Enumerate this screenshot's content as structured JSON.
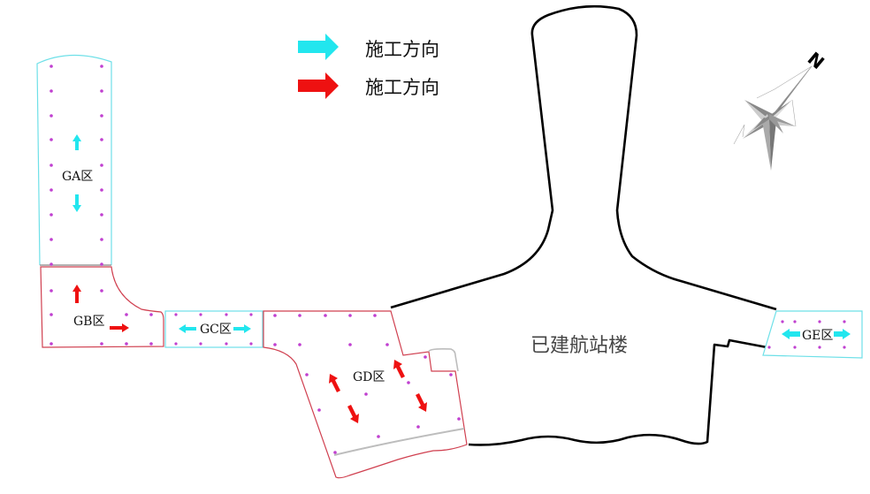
{
  "legend": {
    "items": [
      {
        "label": "施工方向",
        "color": "#22e6ee"
      },
      {
        "label": "施工方向",
        "color": "#ee1111"
      }
    ]
  },
  "compass": {
    "label": "N"
  },
  "building": {
    "label": "已建航站楼",
    "outline_color": "#000000"
  },
  "zones": [
    {
      "id": "GA",
      "label": "GA区",
      "outline_color": "#6ee0e8",
      "arrow_color": "#22e6ee",
      "arrows": [
        "up",
        "down"
      ]
    },
    {
      "id": "GB",
      "label": "GB区",
      "outline_color": "#d04050",
      "arrow_color": "#ee1111",
      "arrows": [
        "up",
        "right"
      ]
    },
    {
      "id": "GC",
      "label": "GC区",
      "outline_color": "#6ee0e8",
      "arrow_color": "#22e6ee",
      "arrows": [
        "left",
        "right"
      ]
    },
    {
      "id": "GD",
      "label": "GD区",
      "outline_color": "#d04050",
      "arrow_color": "#ee1111",
      "arrows": [
        "up-left",
        "down-right",
        "up-left",
        "down-right"
      ]
    },
    {
      "id": "GE",
      "label": "GE区",
      "outline_color": "#6ee0e8",
      "arrow_color": "#22e6ee",
      "arrows": [
        "left",
        "right"
      ]
    }
  ],
  "colors": {
    "cyan": "#22e6ee",
    "red": "#ee1111",
    "dot": "#c040d0",
    "gray_line": "#bdbdbd"
  }
}
